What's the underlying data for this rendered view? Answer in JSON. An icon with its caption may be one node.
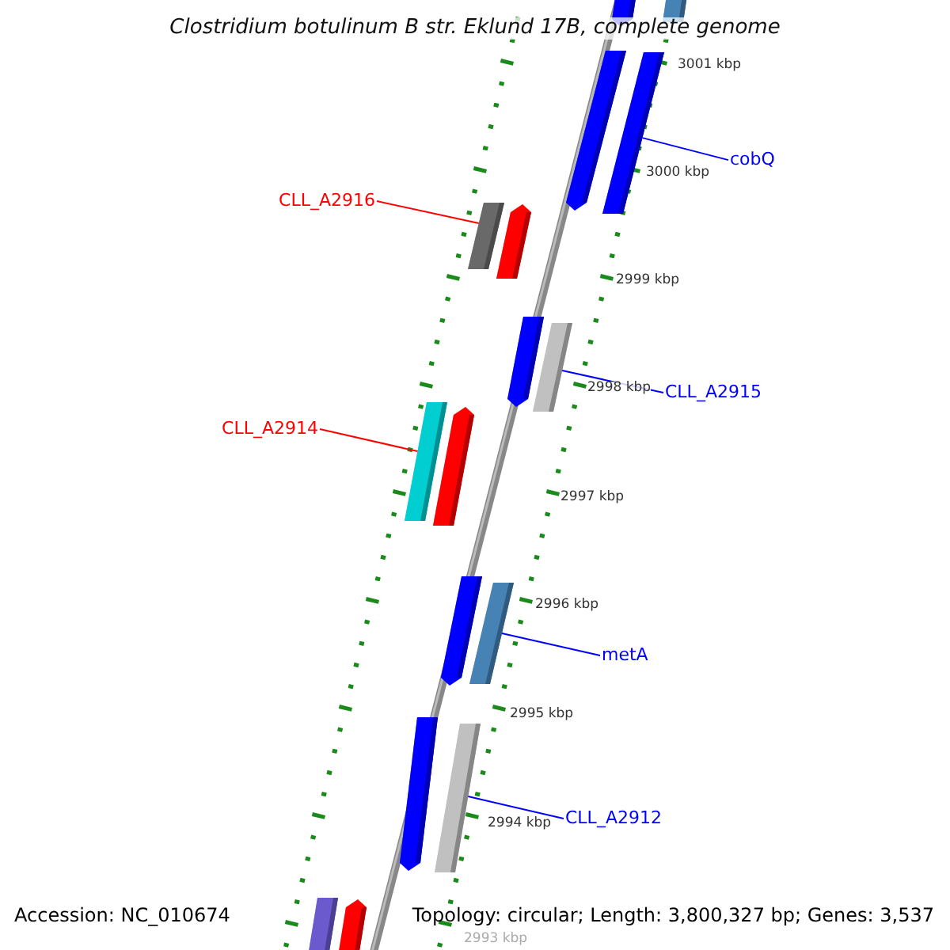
{
  "diagram": {
    "title": "Clostridium botulinum B str. Eklund 17B, complete genome",
    "nodes": [
      {
        "text": [
          "CLL_A2916"
        ]
      },
      {
        "text": [],
        "shape": "bar"
      },
      {
        "text": [
          "cobQ"
        ]
      },
      {
        "text": [],
        "shape": "bar"
      },
      {
        "text": [
          "CLL_A2915"
        ]
      },
      {
        "text": [],
        "shape": "bar"
      },
      {
        "text": [
          "CLL_A2914"
        ]
      },
      {
        "text": [],
        "shape": "bar"
      },
      {
        "text": [
          "metA"
        ]
      },
      {
        "text": [],
        "shape": "bar"
      },
      {
        "text": [
          "CLL_A2912"
        ]
      },
      {
        "text": [],
        "shape": "bar"
      }
    ],
    "edges": [
      {
        "from": 0,
        "to": 1,
        "arrow": "none",
        "color": "#ff0000"
      },
      {
        "from": 2,
        "to": 3,
        "arrow": "none"
      },
      {
        "from": 4,
        "to": 5,
        "arrow": "none"
      },
      {
        "from": 6,
        "to": 7,
        "arrow": "none",
        "color": "#ff0000"
      },
      {
        "from": 8,
        "to": 9,
        "arrow": "none"
      },
      {
        "from": 10,
        "to": 11,
        "arrow": "none"
      }
    ],
    "labels": [
      "3001 kbp",
      "3000 kbp",
      "2999 kbp",
      "2998 kbp",
      "2997 kbp",
      "2996 kbp",
      "2995 kbp",
      "2994 kbp",
      "2993 kbp",
      "Accession: NC_010674",
      "Topology: circular; Length: 3,800,327 bp; Genes: 3,537"
    ]
  }
}
